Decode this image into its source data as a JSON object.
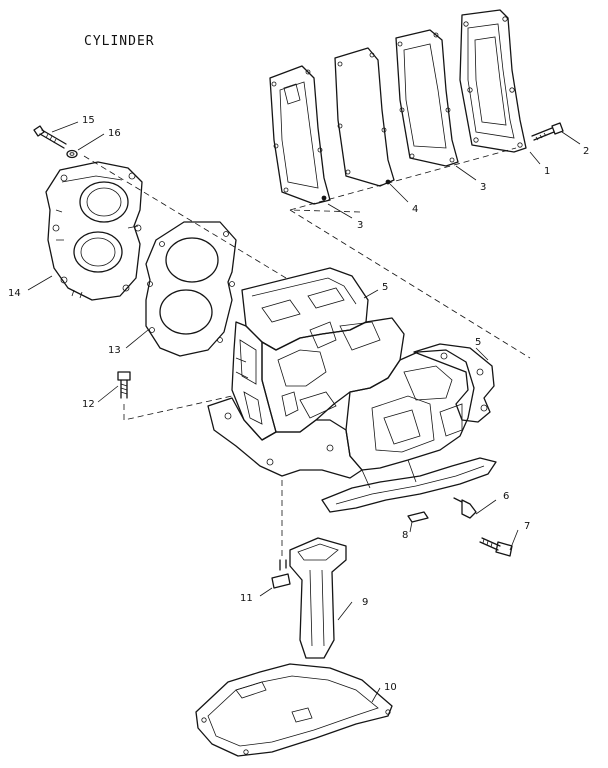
{
  "title": "CYLINDER",
  "callouts": {
    "c1": "1",
    "c2": "2",
    "c3a": "3",
    "c3b": "3",
    "c4": "4",
    "c5a": "5",
    "c5b": "5",
    "c6": "6",
    "c7": "7",
    "c8": "8",
    "c9": "9",
    "c10": "10",
    "c11": "11",
    "c12": "12",
    "c13": "13",
    "c14": "14",
    "c15": "15",
    "c16": "16"
  }
}
